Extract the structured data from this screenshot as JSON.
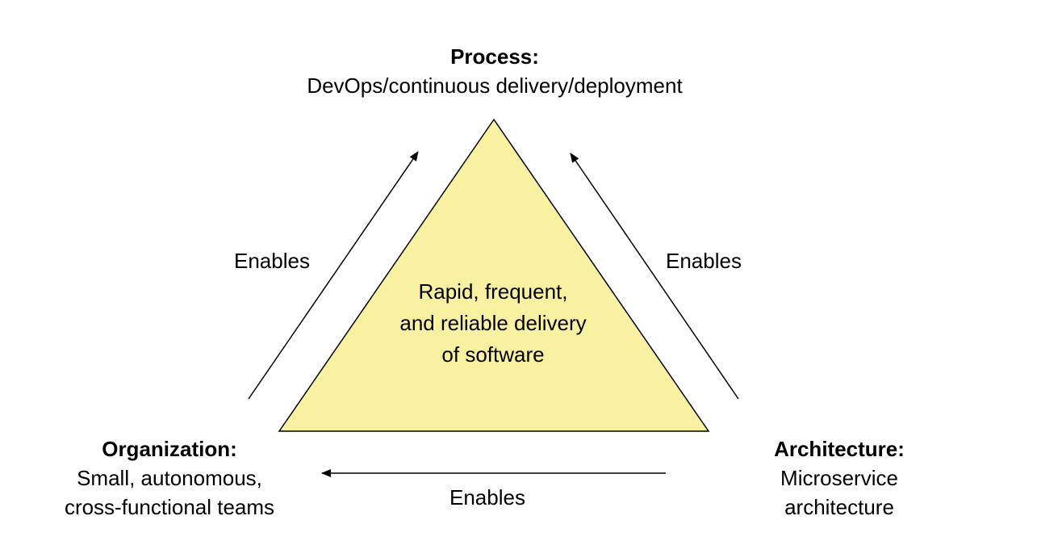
{
  "colors": {
    "triangle_fill": "#f8f1a2",
    "stroke": "#000000",
    "text": "#000000"
  },
  "process": {
    "heading": "Process:",
    "lines": [
      "DevOps/continuous delivery/deployment"
    ]
  },
  "organization": {
    "heading": "Organization:",
    "lines": [
      "Small, autonomous,",
      "cross-functional teams"
    ]
  },
  "architecture": {
    "heading": "Architecture:",
    "lines": [
      "Microservice",
      "architecture"
    ]
  },
  "center": {
    "lines": [
      "Rapid, frequent,",
      "and reliable delivery",
      "of software"
    ]
  },
  "edges": {
    "left_label": "Enables",
    "right_label": "Enables",
    "bottom_label": "Enables"
  }
}
